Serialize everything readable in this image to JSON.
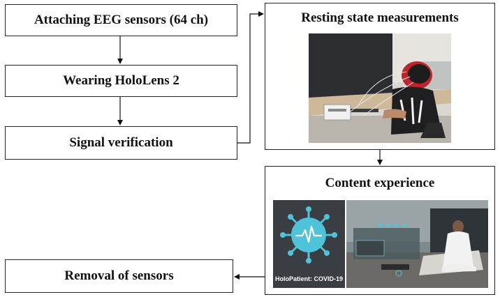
{
  "steps": {
    "attach": "Attaching EEG sensors (64 ch)",
    "wear": "Wearing HoloLens 2",
    "verify": "Signal verification",
    "remove": "Removal of sensors"
  },
  "panels": {
    "resting": {
      "title": "Resting state measurements"
    },
    "content": {
      "title": "Content experience",
      "app_caption": "HoloPatient: COVID-19"
    }
  },
  "icons": [
    "virus-icon",
    "heartbeat-icon"
  ],
  "colors": {
    "virus": "#4fc3d9",
    "app_bg": "#3a3d42",
    "eeg_cap": "#c0232b"
  }
}
